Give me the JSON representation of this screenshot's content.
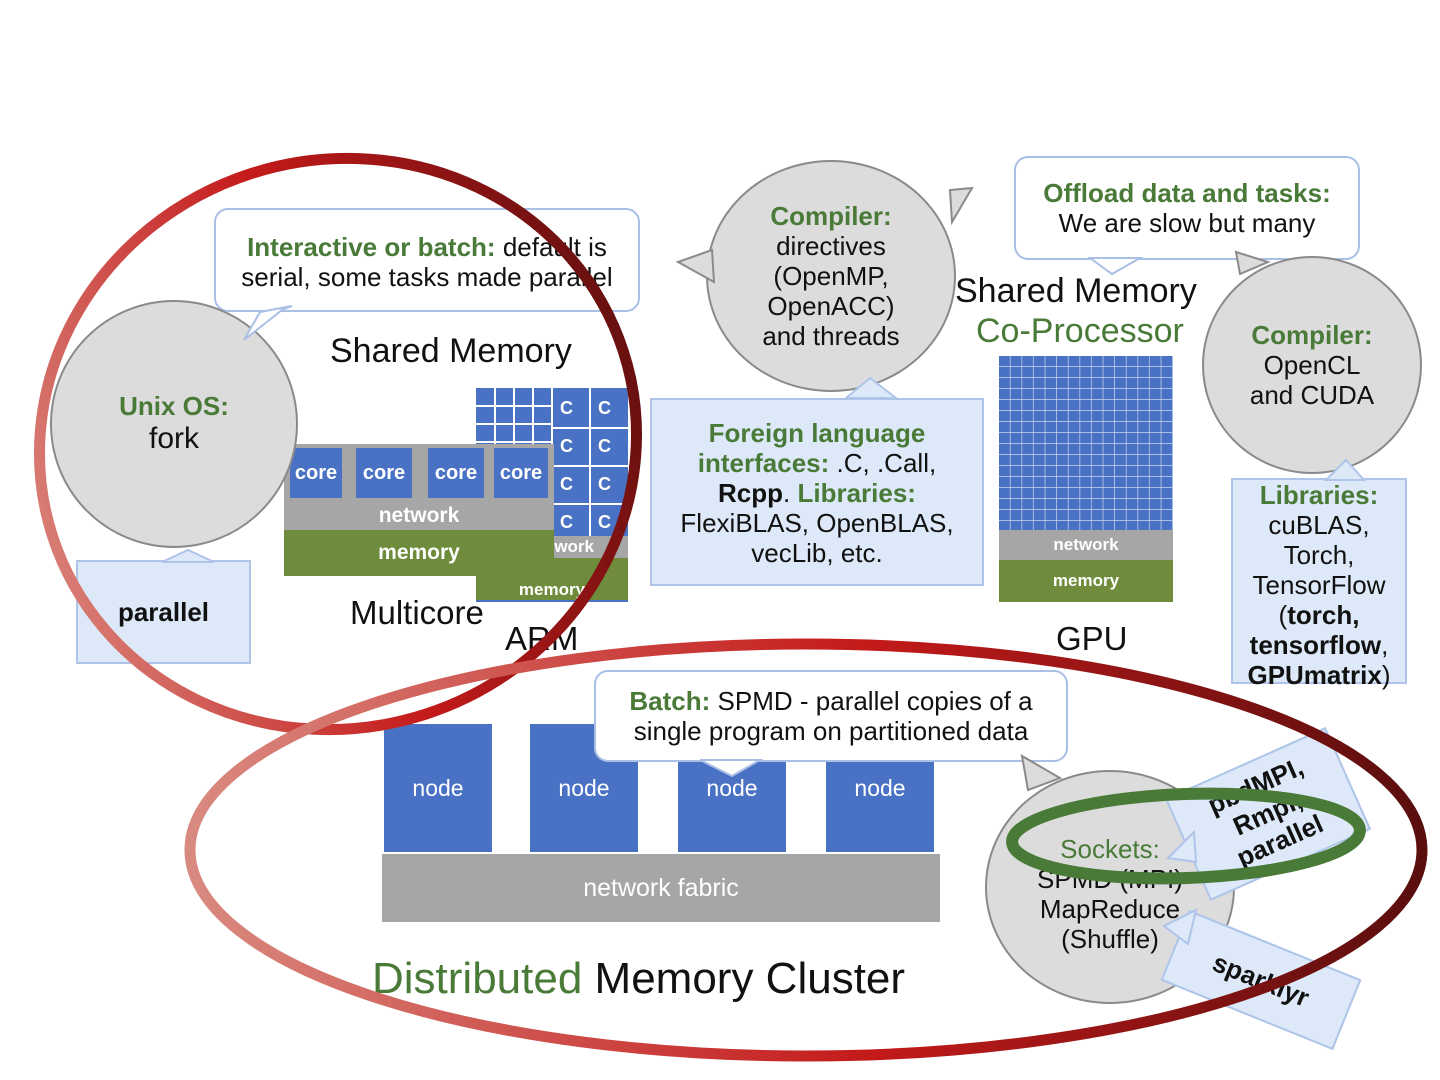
{
  "shared_memory": {
    "title": "Shared Memory",
    "interactive_label": "Interactive or batch:",
    "interactive_text_1": "default is",
    "interactive_text_2": "serial, some tasks made parallel",
    "unix_label": "Unix OS:",
    "unix_text": "fork",
    "parallel_label": "parallel",
    "core_labels": [
      "core",
      "core",
      "core",
      "core"
    ],
    "network_label": "network",
    "memory_label": "memory",
    "multicore_label": "Multicore",
    "arm_label": "ARM",
    "arm_cells": [
      "C",
      "C",
      "C",
      "C",
      "C",
      "C",
      "C",
      "C"
    ],
    "arm_network_label": "work",
    "arm_memory_label": "memory"
  },
  "compiler_directives": {
    "label": "Compiler:",
    "lines": [
      "directives",
      "(OpenMP,",
      "OpenACC)",
      "and threads"
    ]
  },
  "foreign": {
    "label_1": "Foreign language",
    "label_2": "interfaces:",
    "text_2": ".C, .Call,",
    "rcpp": "Rcpp",
    "dot": ".",
    "libraries_label": "Libraries:",
    "line_4": "FlexiBLAS, OpenBLAS,",
    "line_5": "vecLib, etc."
  },
  "offload": {
    "label": "Offload data and tasks:",
    "text": "We are slow but many"
  },
  "coprocessor": {
    "title_1": "Shared Memory",
    "title_2": "Co-Processor",
    "network_label": "network",
    "memory_label": "memory",
    "gpu_label": "GPU"
  },
  "compiler_gpu": {
    "label": "Compiler:",
    "lines": [
      "OpenCL",
      "and CUDA"
    ]
  },
  "gpu_libraries": {
    "label": "Libraries:",
    "lines": [
      "cuBLAS,",
      "Torch,",
      "TensorFlow"
    ],
    "pkg_open": "(",
    "pkg_1": "torch,",
    "pkg_2": "tensorflow",
    "pkg_comma": ",",
    "pkg_3": "GPUmatrix",
    "pkg_close": ")"
  },
  "cluster": {
    "batch_label": "Batch:",
    "batch_text_1": "SPMD - parallel copies of a",
    "batch_text_2": "single program on partitioned data",
    "nodes": [
      "node",
      "node",
      "node",
      "node"
    ],
    "fabric_label": "network fabric",
    "title_1": "Distributed",
    "title_2": "Memory Cluster",
    "sockets_label": "Sockets:",
    "sockets_lines": [
      "SPMD (MPI)",
      "MapReduce",
      "(Shuffle)"
    ],
    "mpi_lines": [
      "pbdMPI,",
      "Rmpi,",
      "parallel"
    ],
    "sparklyr_label": "sparklyr"
  },
  "colors": {
    "core_blue": "#4a72c4",
    "memory_green": "#6e8c3c",
    "network_gray": "#a6a6a6",
    "highlight_red": "#c0201f",
    "highlight_green": "#4a7a38",
    "callout_border": "#a9bfe6",
    "lib_box_fill": "#dde9f8"
  }
}
